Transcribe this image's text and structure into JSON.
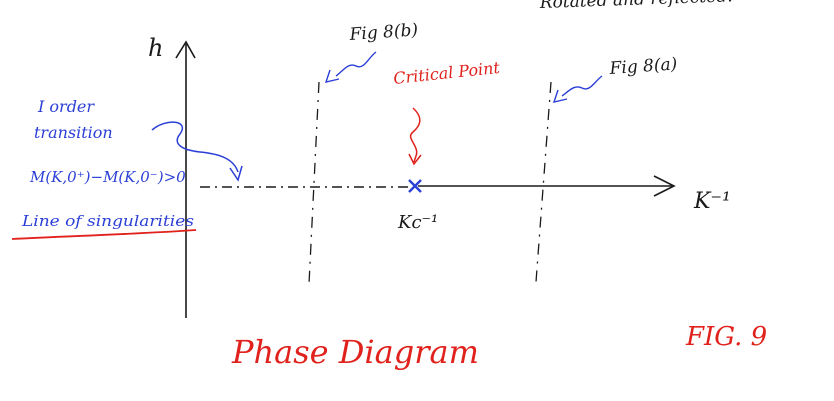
{
  "header_note": "Rotated and reflected.",
  "axes": {
    "y_label": "h",
    "x_label": "K⁻¹"
  },
  "critical": {
    "label": "Critical Point",
    "point_label": "Kc⁻¹"
  },
  "fig_labels": {
    "fig_b": "Fig 8(b)",
    "fig_a": "Fig 8(a)"
  },
  "annotation": {
    "line1": "I order",
    "line2": "transition",
    "line3": "M(K,0⁺)−M(K,0⁻)>0",
    "line4": "Line of singularities"
  },
  "footer": {
    "title": "Phase Diagram",
    "fig": "FIG. 9"
  },
  "colors": {
    "ink": "#1a1a1a",
    "blue": "#2b3fd6",
    "red": "#e0211c"
  }
}
